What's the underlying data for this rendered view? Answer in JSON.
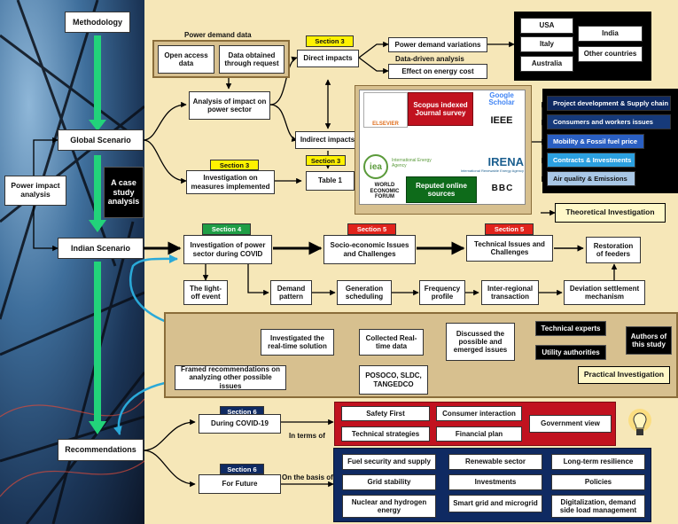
{
  "left": {
    "methodology": "Methodology",
    "global": "Global Scenario",
    "power_impact": "Power impact analysis",
    "case_study": "A case study analysis",
    "indian": "Indian Scenario",
    "recommendations": "Recommendations"
  },
  "global": {
    "power_demand_data": "Power demand data",
    "open_access": "Open access data",
    "request_data": "Data obtained through request",
    "analysis_impact": "Analysis of impact on power sector",
    "section3_a": "Section 3",
    "direct_impacts": "Direct impacts",
    "power_demand_variations": "Power demand variations",
    "data_driven": "Data-driven analysis",
    "energy_cost": "Effect on energy cost",
    "countries": [
      "USA",
      "Italy",
      "Australia",
      "India",
      "Other countries"
    ],
    "indirect_impacts": "Indirect impacts",
    "section3_b": "Section 3",
    "table1": "Table 1",
    "section3_c": "Section 3",
    "investigation_measures": "Investigation on measures implemented",
    "scopus": "Scopus indexed Journal survey",
    "online_sources": "Reputed online sources",
    "elsevier": "ELSEVIER",
    "google": "Google",
    "scholar": "Scholar",
    "ieee": "IEEE",
    "iea": "iea",
    "iea_text": "International Energy Agency",
    "irena": "IRENA",
    "irena_sub": "International Renewable Energy Agency",
    "wef": "WORLD ECONOMIC FORUM",
    "bbc": "BBC",
    "issues": [
      "Project development & Supply chain",
      "Consumers and workers issues",
      "Mobility & Fossil fuel price",
      "Contracts & Investments",
      "Air quality & Emissions"
    ],
    "theoretical": "Theoretical Investigation"
  },
  "indian": {
    "section4": "Section 4",
    "investigation_covid": "Investigation of power sector during COVID",
    "section5_a": "Section 5",
    "socio": "Socio-economic Issues and Challenges",
    "section5_b": "Section 5",
    "technical": "Technical Issues and Challenges",
    "restoration": "Restoration of feeders",
    "lightoff": "The light-off event",
    "demand": "Demand pattern",
    "generation": "Generation scheduling",
    "frequency": "Frequency profile",
    "interregional": "Inter-regional transaction",
    "deviation": "Deviation settlement mechanism"
  },
  "practical": {
    "investigated": "Investigated the real-time solution",
    "collected": "Collected Real-time data",
    "discussed": "Discussed the possible and emerged issues",
    "technical_experts": "Technical experts",
    "utility": "Utility authorities",
    "authors": "Authors of this study",
    "framed": "Framed recommendations on analyzing other possible issues",
    "posoco": "POSOCO, SLDC, TANGEDCO",
    "label": "Practical Investigation"
  },
  "recs": {
    "section6_a": "Section 6",
    "during": "During COVID-19",
    "in_terms": "In terms of",
    "covid_items": [
      "Safety First",
      "Consumer interaction",
      "Technical strategies",
      "Financial plan"
    ],
    "govt": "Government view",
    "section6_b": "Section 6",
    "future": "For Future",
    "basis": "On the basis of",
    "future_items": [
      "Fuel security and supply",
      "Renewable sector",
      "Long-term resilience",
      "Grid stability",
      "Investments",
      "Policies",
      "Nuclear and hydrogen energy",
      "Smart grid and microgrid",
      "Digitalization, demand side load management"
    ]
  },
  "colors": {
    "cream": "#f6e7b8",
    "panel_tan": "#d7c08f",
    "red_panel": "#c1121f",
    "navy_panel": "#0f2a62",
    "section_yellow": "#fff200",
    "section_green": "#1f9e46",
    "section_red": "#e1231b",
    "arrow_green": "#22d37a",
    "arrow_blue": "#2aa9d8"
  }
}
